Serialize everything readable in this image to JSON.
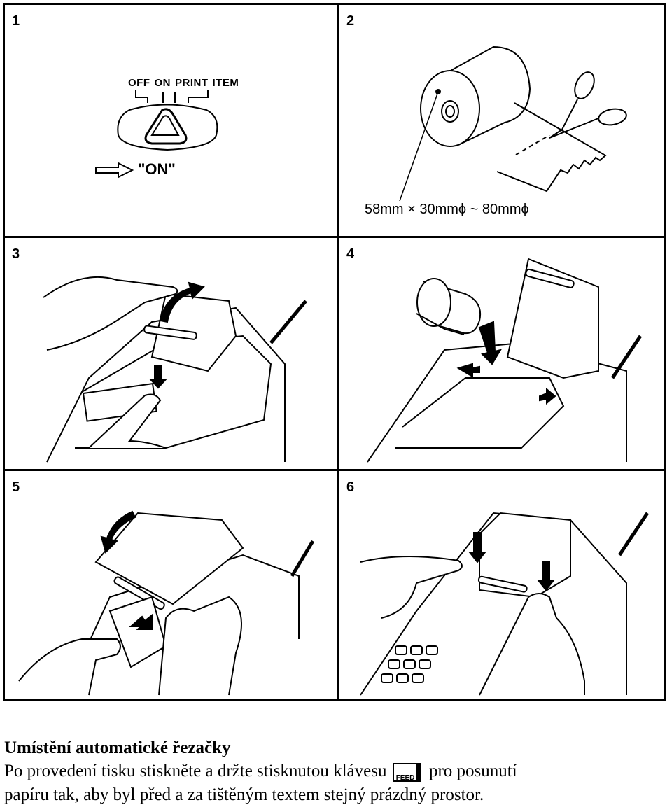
{
  "panels": [
    {
      "number": "1"
    },
    {
      "number": "2"
    },
    {
      "number": "3"
    },
    {
      "number": "4"
    },
    {
      "number": "5"
    },
    {
      "number": "6"
    }
  ],
  "switch": {
    "positions": [
      "OFF",
      "ON",
      "PRINT",
      "ITEM"
    ],
    "selected_label": "\"ON\""
  },
  "paper_roll": {
    "dimensions": "58mm × 30mmϕ ~ 80mmϕ"
  },
  "caption": {
    "title": "Umístění automatické řezačky",
    "line1_before": "Po provedení tisku stiskněte a držte stisknutou klávesu",
    "key_label": "FEED",
    "line1_after": "pro posunutí",
    "line2": "papíru tak, aby byl před a za tištěným textem stejný prázdný prostor."
  },
  "icons": [
    "arrow-right-icon",
    "scissors-icon",
    "paper-roll-icon",
    "feed-key-icon"
  ]
}
